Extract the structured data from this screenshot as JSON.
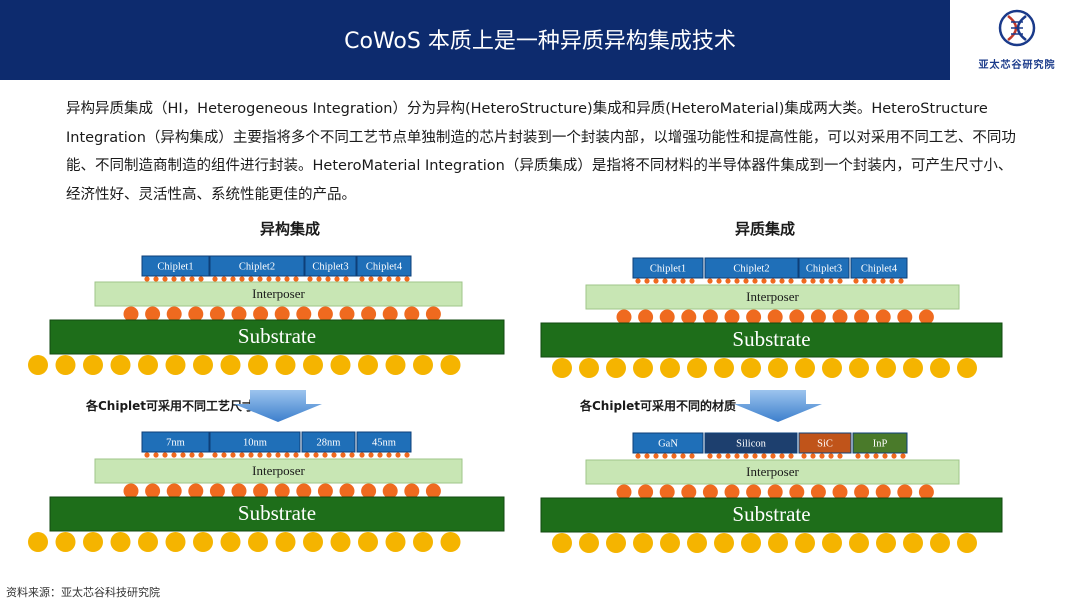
{
  "header": {
    "title": "CoWoS 本质上是一种异质异构集成技术",
    "logo_text": "亚太芯谷研究院"
  },
  "intro": "异构异质集成（HI，Heterogeneous Integration）分为异构(HeteroStructure)集成和异质(HeteroMaterial)集成两大类。HeteroStructure Integration（异构集成）主要指将多个不同工艺节点单独制造的芯片封装到一个封装内部，以增强功能性和提高性能，可以对采用不同工艺、不同功能、不同制造商制造的组件进行封装。HeteroMaterial Integration（异质集成）是指将不同材料的半导体器件集成到一个封装内，可产生尺寸小、经济性好、灵活性高、系统性能更佳的产品。",
  "left": {
    "title": "异构集成",
    "caption": "各Chiplet可采用不同工艺尺寸",
    "top_chiplets": [
      "Chiplet1",
      "Chiplet2",
      "Chiplet3",
      "Chiplet4"
    ],
    "bottom_chiplets": [
      "7nm",
      "10nm",
      "28nm",
      "45nm"
    ],
    "interposer": "Interposer",
    "substrate": "Substrate"
  },
  "right": {
    "title": "异质集成",
    "caption": "各Chiplet可采用不同的材质",
    "top_chiplets": [
      "Chiplet1",
      "Chiplet2",
      "Chiplet3",
      "Chiplet4"
    ],
    "bottom_chiplets": [
      "GaN",
      "Silicon",
      "SiC",
      "InP"
    ],
    "bottom_chiplet_colors": [
      "#1f6fb8",
      "#1d3f6e",
      "#c0541a",
      "#4a7a2a"
    ],
    "interposer": "Interposer",
    "substrate": "Substrate"
  },
  "colors": {
    "header_bg": "#0d2b6e",
    "chiplet_blue": "#1f6fb8",
    "interposer": "#c8e6b4",
    "substrate": "#1e6e1a",
    "solder_ball": "#f5b400",
    "micro_bump": "#ef6a1f",
    "arrow": "#4f8fd4"
  },
  "source": "资料来源：亚太芯谷科技研究院"
}
